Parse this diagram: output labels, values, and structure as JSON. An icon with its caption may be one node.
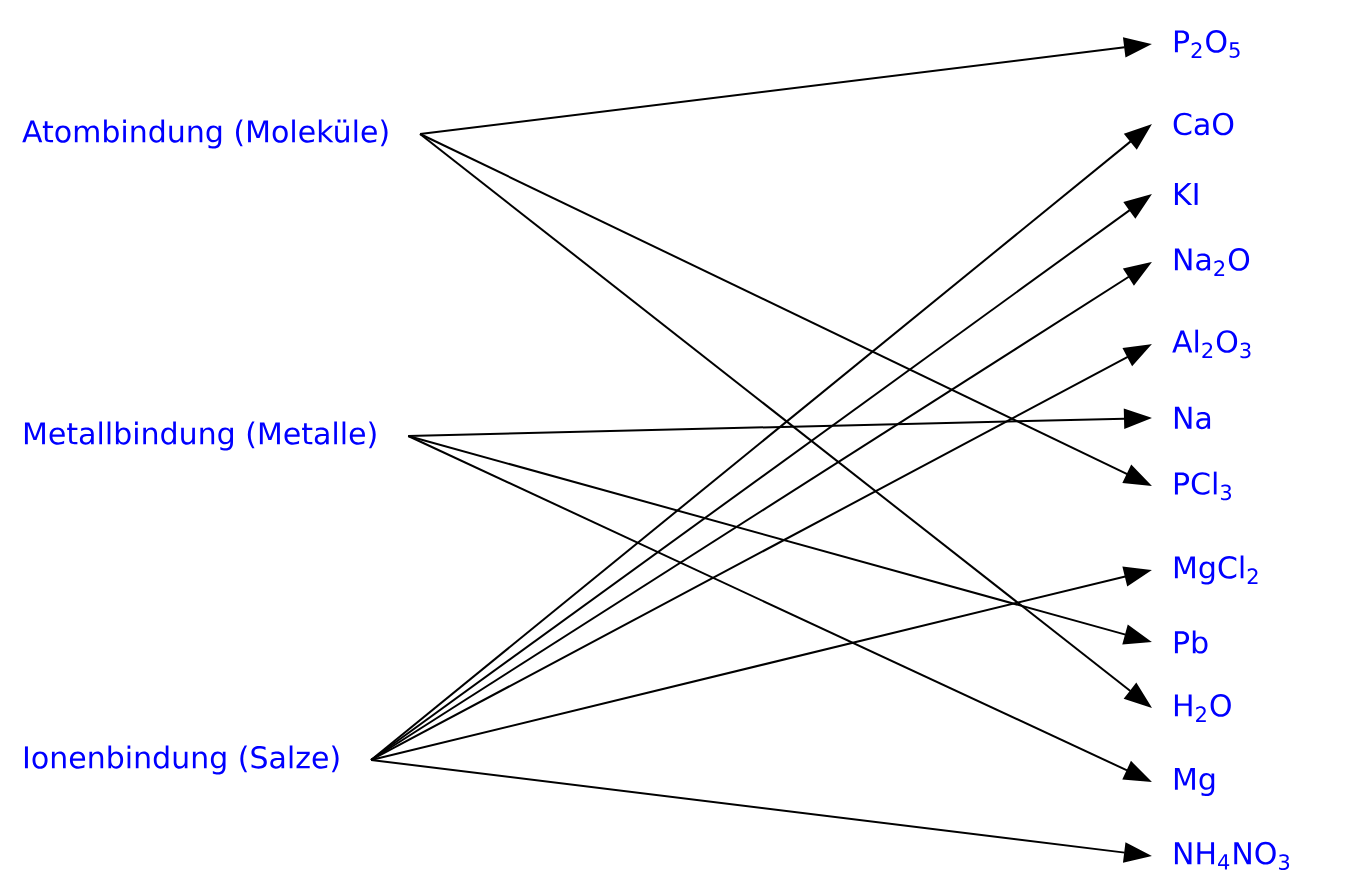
{
  "diagram": {
    "nodes": [
      {
        "text": [
          "Atombindung (Moleküle)"
        ]
      },
      {
        "text": [
          "Metallbindung (Metalle)"
        ]
      },
      {
        "text": [
          "Ionenbindung (Salze)"
        ]
      },
      {
        "text": [
          "P$_{2}$O$_{5}$"
        ]
      },
      {
        "text": [
          "CaO"
        ]
      },
      {
        "text": [
          "KI"
        ]
      },
      {
        "text": [
          "Na$_{2}$O"
        ]
      },
      {
        "text": [
          "Al$_{2}$O$_{3}$"
        ]
      },
      {
        "text": [
          "Na"
        ]
      },
      {
        "text": [
          "PCl$_{3}$"
        ]
      },
      {
        "text": [
          "MgCl$_{2}$"
        ]
      },
      {
        "text": [
          "Pb"
        ]
      },
      {
        "text": [
          "H$_{2}$O"
        ]
      },
      {
        "text": [
          "Mg"
        ]
      },
      {
        "text": [
          "NH$_{4}$NO$_{3}$"
        ]
      }
    ],
    "edges": [
      {
        "from": 0,
        "to": 3,
        "arrow": "to"
      },
      {
        "from": 0,
        "to": 9,
        "arrow": "to"
      },
      {
        "from": 0,
        "to": 12,
        "arrow": "to"
      },
      {
        "from": 1,
        "to": 8,
        "arrow": "to"
      },
      {
        "from": 1,
        "to": 11,
        "arrow": "to"
      },
      {
        "from": 1,
        "to": 13,
        "arrow": "to"
      },
      {
        "from": 2,
        "to": 4,
        "arrow": "to"
      },
      {
        "from": 2,
        "to": 5,
        "arrow": "to"
      },
      {
        "from": 2,
        "to": 6,
        "arrow": "to"
      },
      {
        "from": 2,
        "to": 7,
        "arrow": "to"
      },
      {
        "from": 2,
        "to": 10,
        "arrow": "to"
      },
      {
        "from": 2,
        "to": 14,
        "arrow": "to"
      }
    ]
  }
}
